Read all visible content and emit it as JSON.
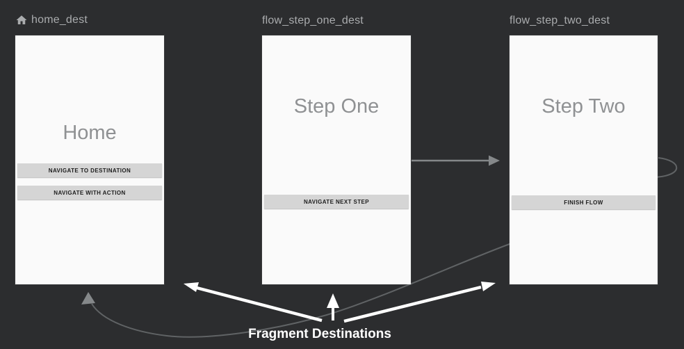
{
  "editor": {
    "caption": "Fragment Destinations"
  },
  "destinations": [
    {
      "id": "home_dest",
      "label": "home_dest",
      "start_destination_icon": "home-icon",
      "title": "Home",
      "buttons": [
        "NAVIGATE TO DESTINATION",
        "NAVIGATE WITH ACTION"
      ]
    },
    {
      "id": "flow_step_one_dest",
      "label": "flow_step_one_dest",
      "title": "Step One",
      "buttons": [
        "NAVIGATE NEXT STEP"
      ]
    },
    {
      "id": "flow_step_two_dest",
      "label": "flow_step_two_dest",
      "title": "Step Two",
      "buttons": [
        "FINISH FLOW"
      ]
    }
  ],
  "actions": [
    {
      "name": "action-step-one-to-step-two",
      "from": "flow_step_one_dest",
      "to": "flow_step_two_dest"
    },
    {
      "name": "action-step-two-to-home",
      "from": "flow_step_two_dest",
      "to": "home_dest"
    }
  ],
  "colors": {
    "background": "#2c2d2f",
    "card_bg": "#fafafa",
    "card_title": "#8f9193",
    "button_bg": "#d5d5d5",
    "button_text": "#1d1d1d",
    "dest_label": "#aaacae",
    "action_arrow": "#85888a",
    "action_curve": "#606365",
    "annotation": "#ffffff"
  }
}
